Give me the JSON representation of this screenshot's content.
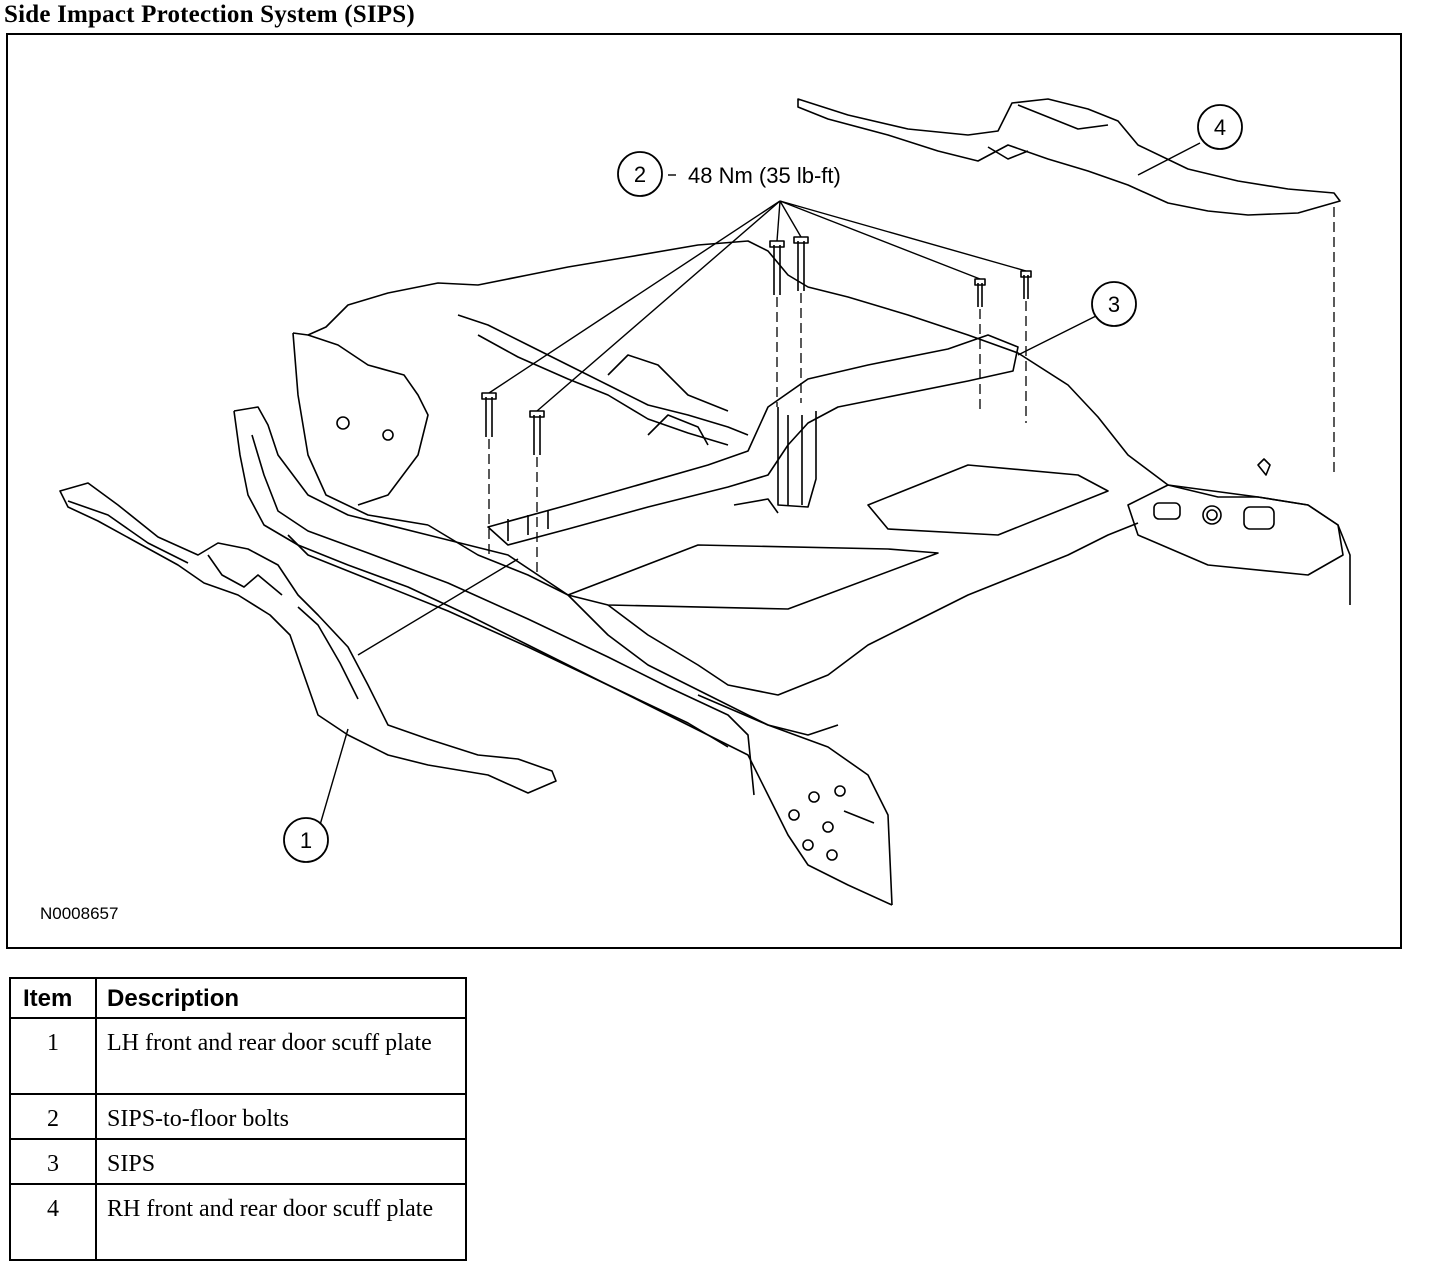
{
  "title": "Side Impact Protection System (SIPS)",
  "figure": {
    "reference_code": "N0008657",
    "torque_spec": "48 Nm (35 lb-ft)",
    "callouts": [
      "1",
      "2",
      "3",
      "4"
    ]
  },
  "table": {
    "headers": [
      "Item",
      "Description"
    ],
    "rows": [
      {
        "item": "1",
        "description": "LH front and rear door scuff plate"
      },
      {
        "item": "2",
        "description": "SIPS-to-floor bolts"
      },
      {
        "item": "3",
        "description": "SIPS"
      },
      {
        "item": "4",
        "description": "RH front and rear door scuff plate"
      }
    ]
  }
}
